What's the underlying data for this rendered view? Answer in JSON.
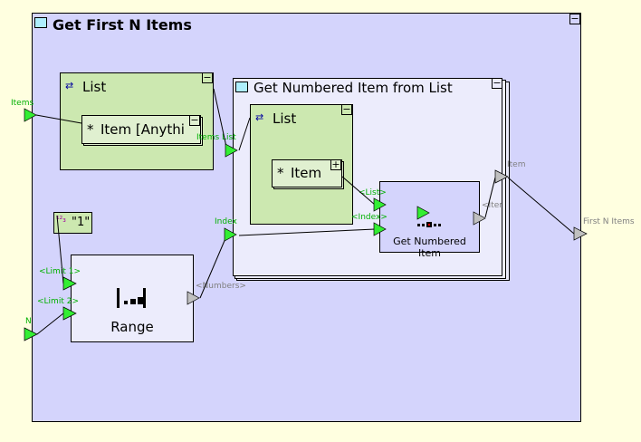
{
  "title": "Get First N Items",
  "list_outer": {
    "title": "List",
    "item": "Item [Anythi"
  },
  "sub": {
    "title": "Get Numbered Item from List",
    "list_title": "List",
    "item": "Item",
    "node": "Get Numbered Item"
  },
  "constant": "\"1\"",
  "range": "Range",
  "ports": {
    "items": "Items",
    "items_list": "Items List",
    "index": "Index",
    "limit1": "<Limit 1>",
    "limit2": "<Limit 2>",
    "n": "N",
    "numbers": "<Numbers>",
    "list_in": "<List>",
    "index_in": "<Index>",
    "items_out": "<Items>",
    "item_out": "Item",
    "first_n": "First N Items"
  },
  "buttons": {
    "collapse": "−",
    "expand": "+"
  },
  "colors": {
    "background": "#ffffe0",
    "outer": "#d4d4fc",
    "green": "#cce8b0",
    "port_in": "#33ee33",
    "port_out": "#c0c0c0"
  }
}
